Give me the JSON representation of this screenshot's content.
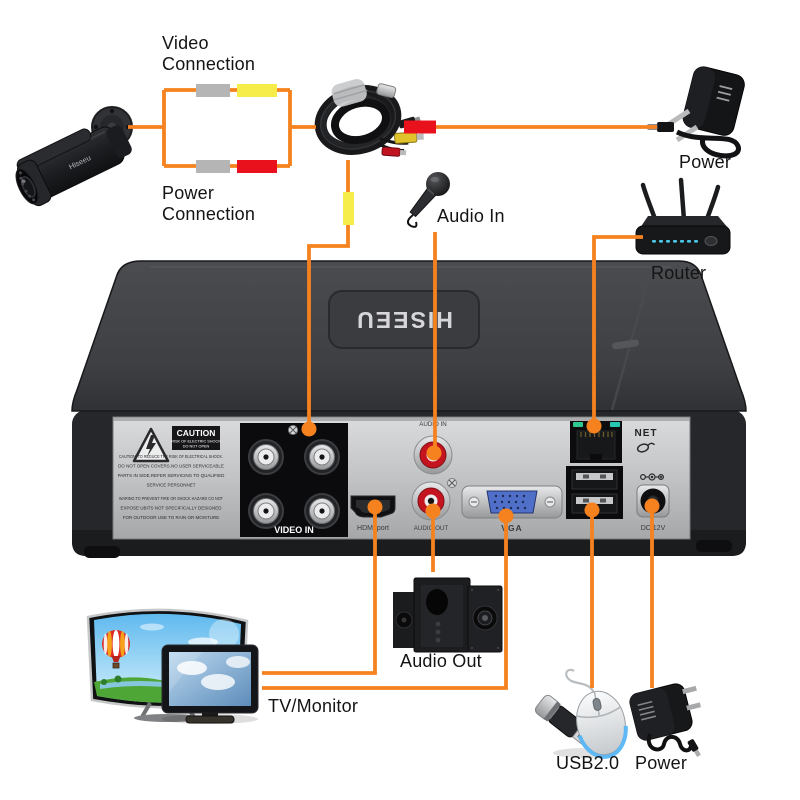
{
  "colors": {
    "accent": "#f5821f",
    "yellow": "#f6ec4a",
    "red": "#e8111c",
    "gray": "#b5b5b5",
    "vga": "#4f6fc8",
    "rca": "#c41420",
    "led": "#2ec98e",
    "glow": "#57b6f7"
  },
  "labels": {
    "video1": "Video",
    "video2": "Connection",
    "power1": "Power",
    "power2": "Connection",
    "audio_in": "Audio In",
    "power_top": "Power",
    "router": "Router",
    "tv": "TV/Monitor",
    "audio_out": "Audio Out",
    "usb": "USB2.0",
    "power_bottom": "Power"
  },
  "device": {
    "brand": "HISEEU",
    "camera_brand": "Hiseeu",
    "ports": {
      "video_in": "VIDEO IN",
      "hdmi": "HDMI port",
      "audio_in": "AUDIO IN",
      "audio_out": "AUDIO OUT",
      "vga": "VGA",
      "net": "NET",
      "dc": "DC 12V"
    },
    "caution": {
      "title": "CAUTION",
      "sub1": "RISK OF ELECTRIC SHOCK",
      "sub2": "DO NOT OPEN",
      "lines": [
        "CAUTION: TO REDUCE THE RISK OF ELECTRICAL SHOCK.",
        "DO NOT OPEN COVERS.NO USER SERVICEABLE",
        "PARTS IN SIDE.REFER SERVICING TO QUALIFIED",
        "SERVICE PERSONNET",
        "WARING:TO PREVENT FIRE OR SHOCK HAZARD CO NOT",
        "EXPOSE UBITS NOT SPECIFICALLY DESIGNED",
        "FOR OUTDOOR USE TO RAIN OR MOISTURE"
      ]
    }
  }
}
